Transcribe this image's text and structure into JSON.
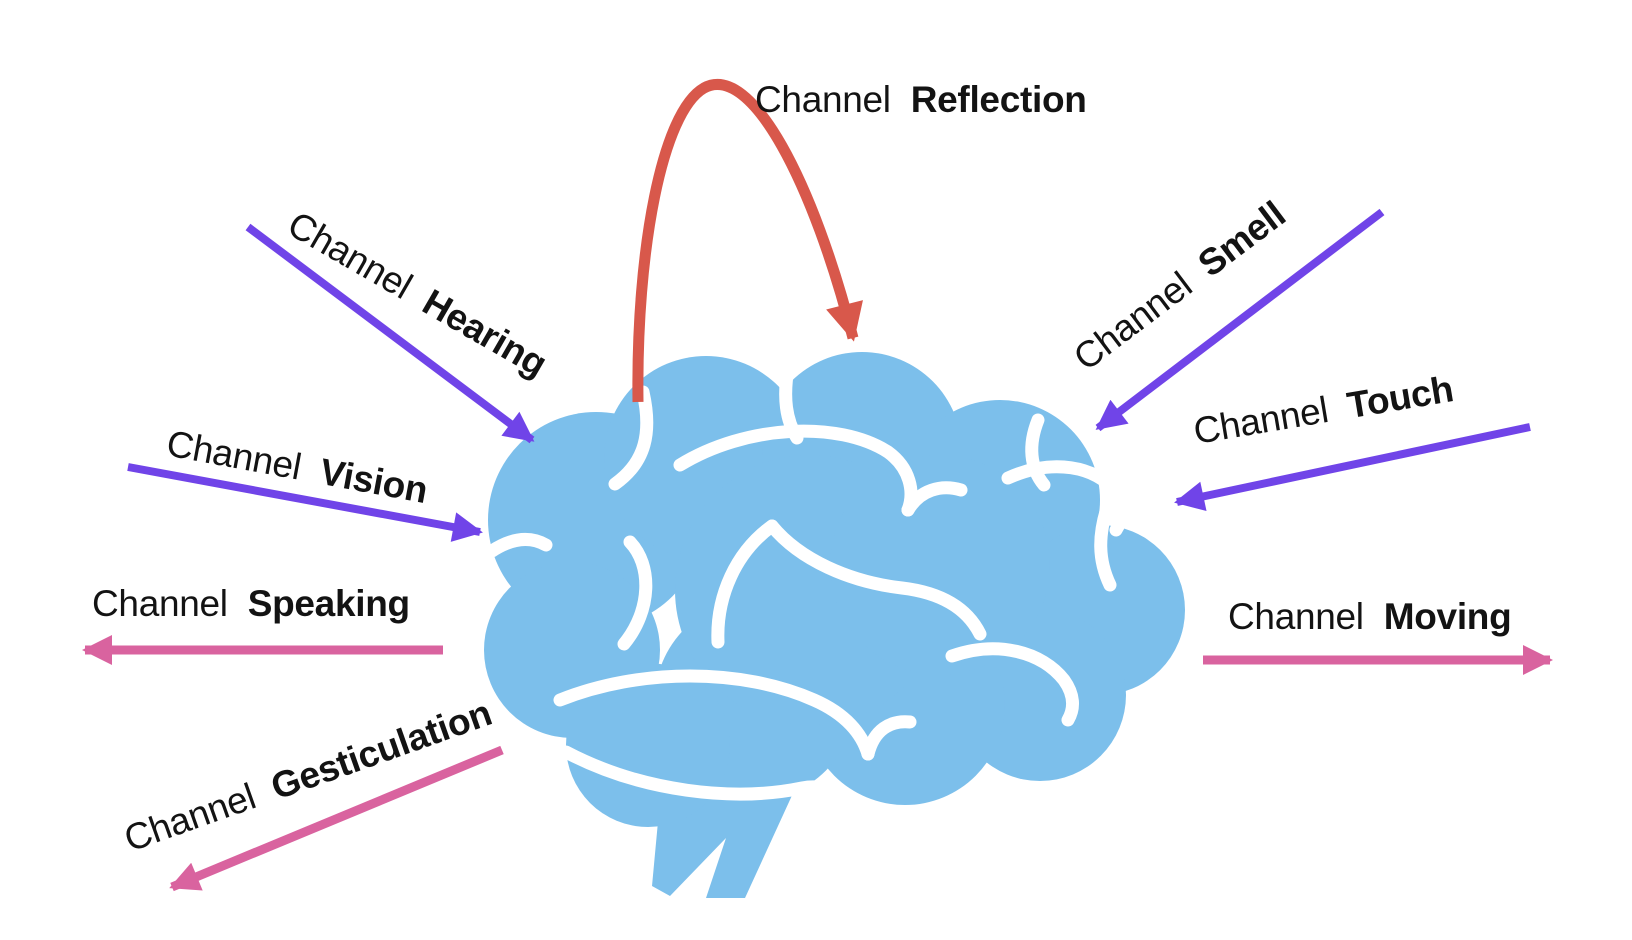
{
  "diagram": {
    "background": "#ffffff",
    "text_color": "#131313",
    "brain_color": "#7cbfeb",
    "center_figure": "brain",
    "channels": {
      "reflection": {
        "prefix": "Channel",
        "name": "Reflection",
        "direction": "self-loop",
        "color": "#d8584b"
      },
      "hearing": {
        "prefix": "Channel",
        "name": "Hearing",
        "direction": "input",
        "color": "#7044e8"
      },
      "vision": {
        "prefix": "Channel",
        "name": "Vision",
        "direction": "input",
        "color": "#7044e8"
      },
      "speaking": {
        "prefix": "Channel",
        "name": "Speaking",
        "direction": "output",
        "color": "#d9639f"
      },
      "gesticulation": {
        "prefix": "Channel",
        "name": "Gesticulation",
        "direction": "output",
        "color": "#d9639f"
      },
      "smell": {
        "prefix": "Channel",
        "name": "Smell",
        "direction": "input",
        "color": "#7044e8"
      },
      "touch": {
        "prefix": "Channel",
        "name": "Touch",
        "direction": "input",
        "color": "#7044e8"
      },
      "moving": {
        "prefix": "Channel",
        "name": "Moving",
        "direction": "output",
        "color": "#d9639f"
      }
    }
  }
}
